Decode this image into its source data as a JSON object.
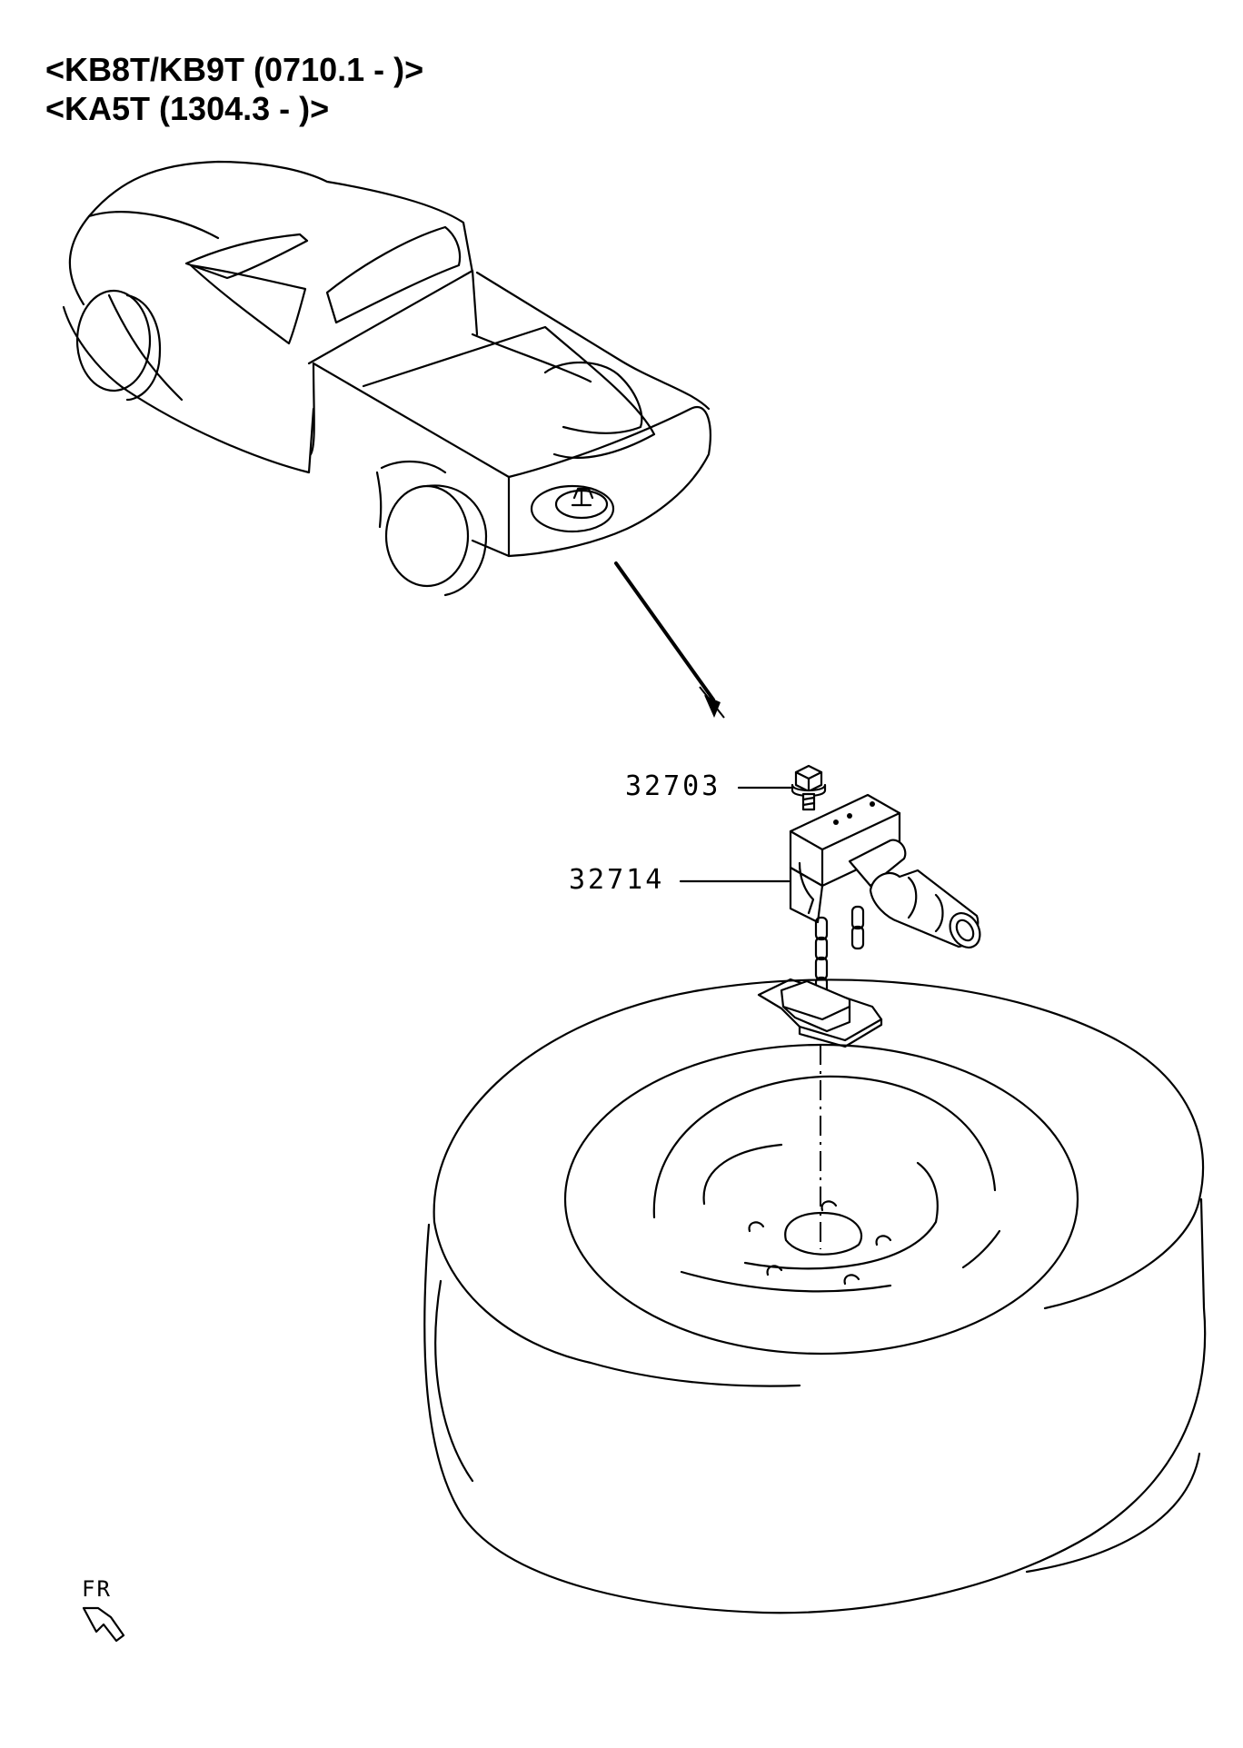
{
  "header": {
    "line1": "<KB8T/KB9T (0710.1 - )>",
    "line2": "<KA5T (1304.3 - )>"
  },
  "callouts": [
    {
      "part_no": "32703"
    },
    {
      "part_no": "32714"
    }
  ],
  "orientation": {
    "label": "FR"
  }
}
